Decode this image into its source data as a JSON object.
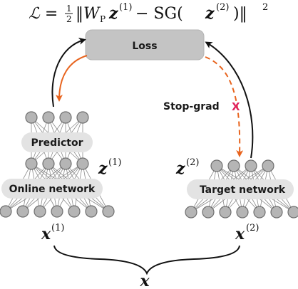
{
  "equation": {
    "lhs": "ℒ = ",
    "frac_num": "1",
    "frac_den": "2",
    "rhs_a": "‖W",
    "rhs_sub": "P",
    "rhs_z1": "z",
    "rhs_sup1": "(1)",
    "rhs_mid": " − SG(",
    "rhs_z2": "z",
    "rhs_sup2": "(2)",
    "rhs_end": ")‖",
    "rhs_sq": "2"
  },
  "loss_label": "Loss",
  "stop_grad_label": "Stop-grad",
  "stop_grad_mark": "X",
  "predictor_label": "Predictor",
  "online_label": "Online network",
  "target_label": "Target network",
  "z1": {
    "base": "z",
    "sup": "(1)"
  },
  "z2": {
    "base": "z",
    "sup": "(2)"
  },
  "x1": {
    "base": "x",
    "sup": "(1)"
  },
  "x2": {
    "base": "x",
    "sup": "(2)"
  },
  "x_label": "x",
  "colors": {
    "gradient_arrow": "#e8641e",
    "stop_mark": "#e0245e",
    "forward_arrow": "#111111",
    "loss_box": "#c4c4c4"
  }
}
